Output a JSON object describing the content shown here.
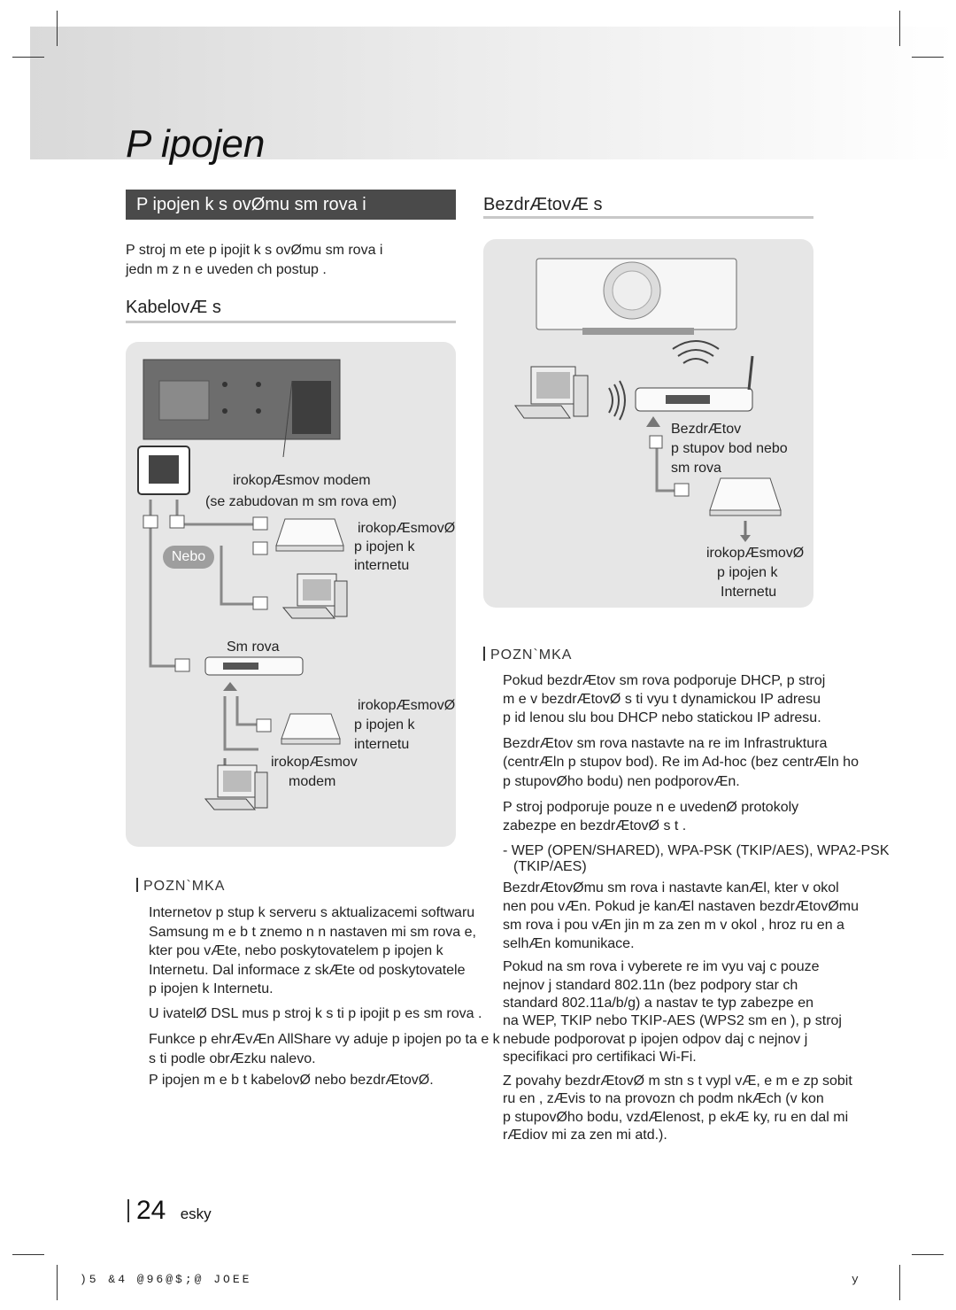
{
  "header": {
    "title": "P ipojen"
  },
  "left": {
    "section_title": "P ipojen  k s  ovØmu sm rova i",
    "intro": [
      "P stroj m ete p ipojit k s  ovØmu sm rova i",
      "jedn m z n  e uveden ch postup ."
    ],
    "wired_heading": "KabelovÆ s",
    "diagram": {
      "modem_line1": "irokopÆsmov  modem",
      "modem_line2": "(se zabudovan m sm rova em)",
      "conn1_l1": "irokopÆsmovØ",
      "conn1_l2": "p ipojen  k",
      "conn1_l3": "internetu",
      "nebo": "Nebo",
      "router": "Sm rova",
      "conn2_l1": "irokopÆsmovØ",
      "conn2_l2": "p ipojen  k",
      "conn2_l3": "internetu",
      "modem2_l1": "irokopÆsmov",
      "modem2_l2": "modem"
    },
    "note_heading": "POZN`MKA",
    "notes": [
      "Internetov  p stup k serveru s aktualizacemi softwaru",
      "Samsung m  e b t znemo n n nastaven mi sm rova e,",
      "kter  pou vÆte, nebo poskytovatelem p ipojen  k",
      "Internetu. Dal   informace z skÆte od poskytovatele",
      "p ipojen  k Internetu.",
      "U ivatelØ DSL mus  p stroj k s ti p ipojit p es sm rova .",
      "Funkce p ehrÆvÆn  AllShare vy aduje p ipojen  po ta e k",
      "s ti podle obrÆzku nalevo.",
      "P ipojen  m  e b t kabelovØ nebo bezdrÆtovØ."
    ]
  },
  "right": {
    "wireless_heading": "BezdrÆtovÆ s",
    "diagram": {
      "ap_l1": "BezdrÆtov",
      "ap_l2": "p stupov  bod nebo",
      "ap_l3": "sm rova",
      "conn_l1": "irokopÆsmovØ",
      "conn_l2": "p ipojen  k",
      "conn_l3": "Internetu"
    },
    "note_heading": "POZN`MKA",
    "notes": [
      "Pokud bezdrÆtov  sm rova  podporuje DHCP, p stroj",
      "m  e v bezdrÆtovØ s ti vyu  t dynamickou IP adresu",
      "p id lenou slu bou DHCP nebo statickou IP adresu.",
      "BezdrÆtov  sm rova  nastavte na re im Infrastruktura",
      "(centrÆln  p stupov  bod). Re im Ad-hoc (bez centrÆln ho",
      "p stupovØho bodu) nen  podporovÆn.",
      "P stroj podporuje pouze n  e uvedenØ protokoly",
      "zabezpe en  bezdrÆtovØ s t .",
      "- WEP (OPEN/SHARED), WPA-PSK (TKIP/AES), WPA2-PSK",
      "(TKIP/AES)",
      "BezdrÆtovØmu sm rova i nastavte kanÆl, kter  v okol",
      "nen  pou  vÆn. Pokud je kanÆl nastaven  bezdrÆtovØmu",
      "sm rova i pou  vÆn jin m za  zen m v okol , hroz  ru en  a",
      "selhÆn  komunikace.",
      "Pokud na sm rova i vyberete re im vyu  vaj c  pouze",
      "nejnov j   standard 802.11n (bez podpory star  ch",
      "standard  802.11a/b/g) a nastav te typ zabezpe en",
      "na WEP, TKIP nebo TKIP-AES (WPS2 sm  en ), p stroj",
      "nebude podporovat p ipojen  odpov daj c  nejnov j",
      "specifikaci pro certifikaci Wi-Fi.",
      "Z povahy bezdrÆtovØ m stn  s t  vypl vÆ, e m  e zp sobit",
      "ru en , zÆvis  to na provozn ch podm nkÆch (v kon",
      "p stupovØho bodu, vzdÆlenost, p ekÆ ky, ru en  dal  mi",
      "rÆdiov mi za  zen mi atd.)."
    ]
  },
  "footer": {
    "page_number": "24",
    "language": "esky",
    "code": ")5 &4    @96@$;@     JOEE",
    "right_mark": "y"
  },
  "colors": {
    "section_bar": "#4a4a4a",
    "box_bg": "#e6e6e6",
    "nebo_pill": "#9e9e9e"
  }
}
